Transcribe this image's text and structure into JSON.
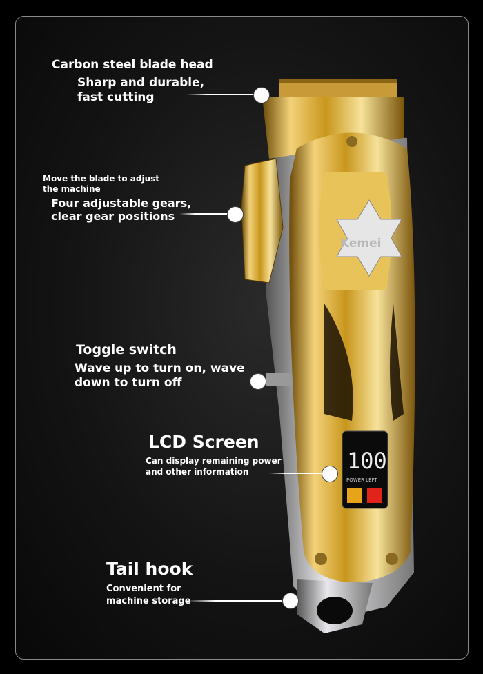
{
  "callouts": {
    "blade": {
      "title": "Carbon steel blade head",
      "desc1": "Sharp and durable,",
      "desc2": "fast cutting"
    },
    "gears": {
      "note1": "Move the blade to adjust",
      "note2": "the machine",
      "desc1": "Four adjustable gears,",
      "desc2": "clear gear positions"
    },
    "toggle": {
      "title": "Toggle switch",
      "desc1": "Wave up to turn on, wave",
      "desc2": "down to turn off"
    },
    "lcd": {
      "title": "LCD Screen",
      "desc1": "Can display remaining power",
      "desc2": "and other information"
    },
    "tail": {
      "title": "Tail hook",
      "desc1": "Convenient for",
      "desc2": "machine storage"
    }
  },
  "product": {
    "brand": "Kemei",
    "lcd_value": "100",
    "lcd_label": "POWER LEFT"
  },
  "colors": {
    "gold": "#d9a824",
    "chrome": "#c8c8cc",
    "background": "#0d0d0d"
  }
}
